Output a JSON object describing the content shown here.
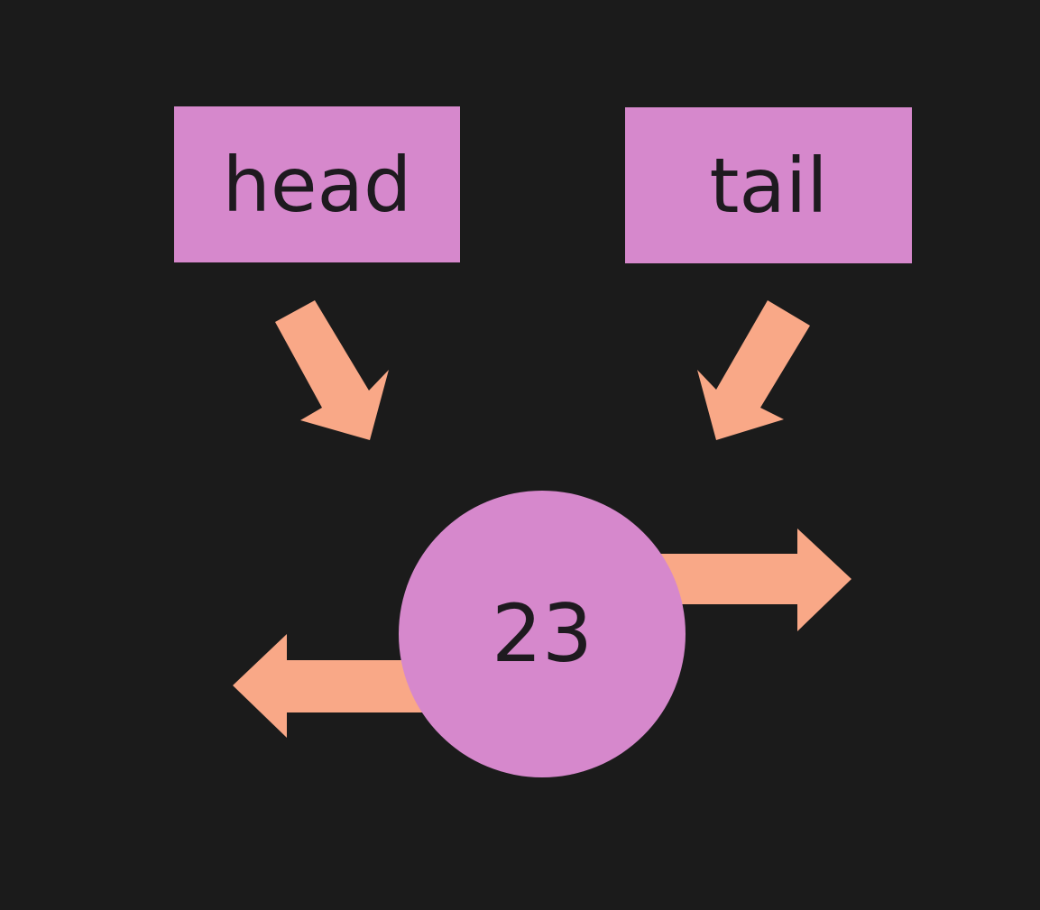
{
  "colors": {
    "background": "#1b1b1b",
    "box_fill": "#d688cc",
    "node_fill": "#d688cc",
    "arrow_fill": "#f9a887",
    "text": "#1e1a1f"
  },
  "pointers": {
    "head_label": "head",
    "tail_label": "tail"
  },
  "node": {
    "value": "23"
  }
}
